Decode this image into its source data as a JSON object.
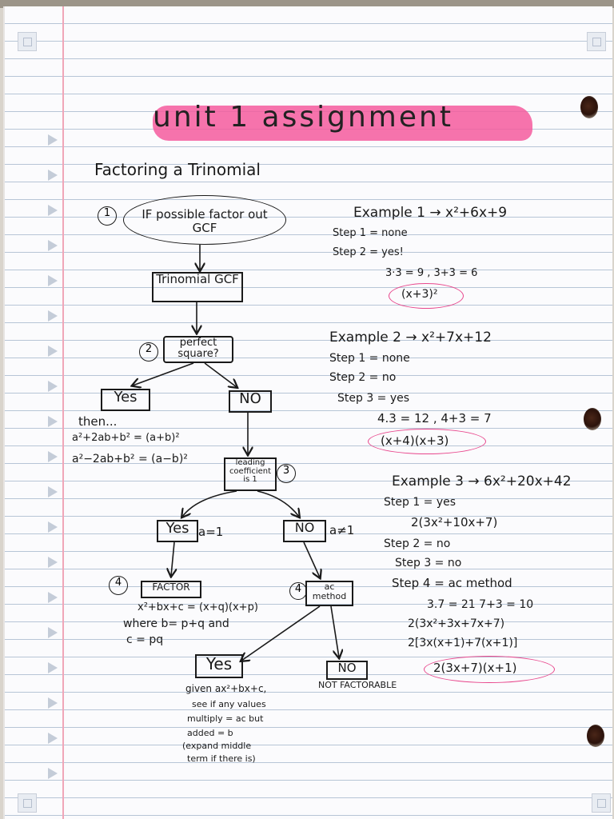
{
  "title": "unit 1 assignment",
  "heading": "Factoring a Trinomial",
  "steps": {
    "n1": "1",
    "n2": "2",
    "n3": "3",
    "n4a": "4",
    "n4b": "4",
    "gcf_oval": "IF possible factor out GCF",
    "trinomial_gcf": "Trinomial GCF",
    "perfect_square": "perfect square?",
    "yes1": "Yes",
    "no1": "NO",
    "then": "then...",
    "formula1": "a²+2ab+b² = (a+b)²",
    "formula2": "a²−2ab+b² = (a−b)²",
    "leading_coef": "leading coefficient is 1",
    "yes2": "Yes",
    "a_eq_1": "a=1",
    "no2": "NO",
    "a_neq_1": "a≠1",
    "factor": "FACTOR",
    "factor_formula": "x²+bx+c = (x+q)(x+p)",
    "where": "where b= p+q and",
    "c_eq": "c = pq",
    "ac_method": "ac method",
    "yes3": "Yes",
    "given": "given ax²+bx+c,",
    "see_if": "see if any values",
    "multiply": "multiply = ac but",
    "added": "added = b",
    "expand": "(expand middle",
    "term": "term if there is)",
    "no3": "NO",
    "not_factorable": "NOT FACTORABLE"
  },
  "examples": {
    "ex1_title": "Example 1 → x²+6x+9",
    "ex1_s1": "Step 1 = none",
    "ex1_s2": "Step 2 = yes!",
    "ex1_calc": "3·3 = 9 ,  3+3 = 6",
    "ex1_ans": "(x+3)²",
    "ex2_title": "Example 2 → x²+7x+12",
    "ex2_s1": "Step 1 = none",
    "ex2_s2": "Step 2 = no",
    "ex2_s3": "Step 3 = yes",
    "ex2_calc": "4.3 = 12 ,  4+3 = 7",
    "ex2_ans": "(x+4)(x+3)",
    "ex3_title": "Example 3 → 6x²+20x+42",
    "ex3_s1": "Step 1 = yes",
    "ex3_gcf": "2(3x²+10x+7)",
    "ex3_s2": "Step 2 = no",
    "ex3_s3": "Step 3 = no",
    "ex3_s4": "Step 4 = ac method",
    "ex3_calc": "3.7 = 21    7+3 = 10",
    "ex3_l1": "2(3x²+3x+7x+7)",
    "ex3_l2": "2[3x(x+1)+7(x+1)]",
    "ex3_ans": "2(3x+7)(x+1)"
  },
  "colors": {
    "highlight": "#f45a9e",
    "paper": "#fbfbfd",
    "rule": "#b7c5d6",
    "margin": "#f0a6b8",
    "ink": "#1a1a1a",
    "circle_pink": "#e8468c"
  }
}
